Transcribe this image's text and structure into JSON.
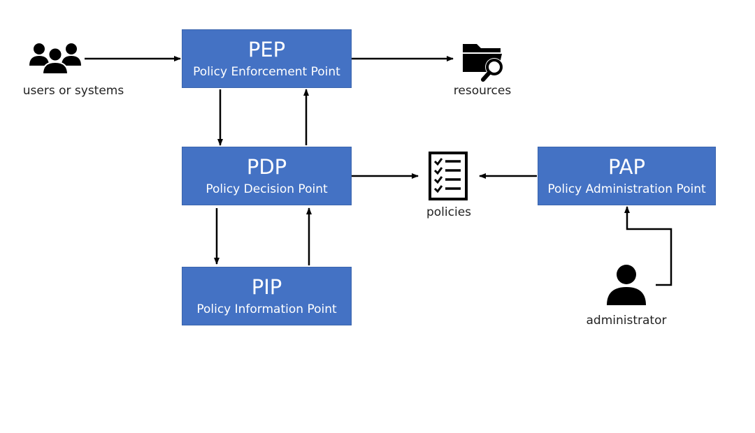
{
  "colors": {
    "box_fill": "#4472c4",
    "box_text": "#ffffff",
    "arrow": "#000000"
  },
  "boxes": {
    "pep": {
      "abbr": "PEP",
      "full": "Policy Enforcement Point"
    },
    "pdp": {
      "abbr": "PDP",
      "full": "Policy Decision Point"
    },
    "pip": {
      "abbr": "PIP",
      "full": "Policy Information Point"
    },
    "pap": {
      "abbr": "PAP",
      "full": "Policy Administration Point"
    }
  },
  "nodes": {
    "users": {
      "label": "users or systems",
      "icon": "users-icon"
    },
    "resources": {
      "label": "resources",
      "icon": "folder-search-icon"
    },
    "policies": {
      "label": "policies",
      "icon": "checklist-icon"
    },
    "administrator": {
      "label": "administrator",
      "icon": "user-icon"
    }
  }
}
